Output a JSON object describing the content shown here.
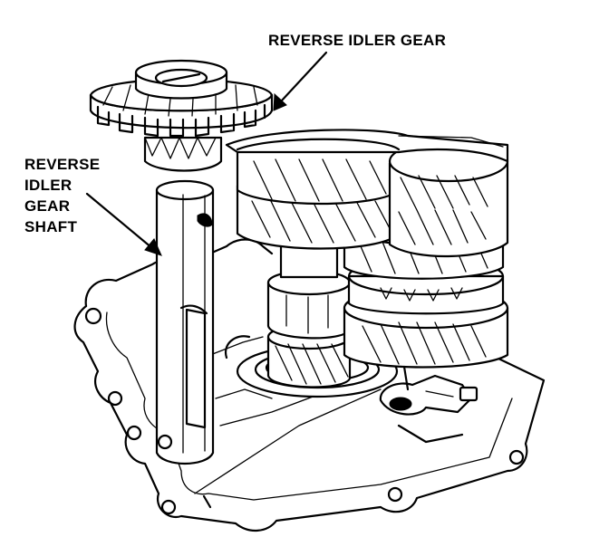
{
  "labels": {
    "reverse_idler_gear": "REVERSE IDLER GEAR",
    "reverse_idler_gear_shaft": [
      "REVERSE",
      "IDLER",
      "GEAR",
      "SHAFT"
    ]
  },
  "colors": {
    "ink": "#000000",
    "paper": "#ffffff"
  }
}
